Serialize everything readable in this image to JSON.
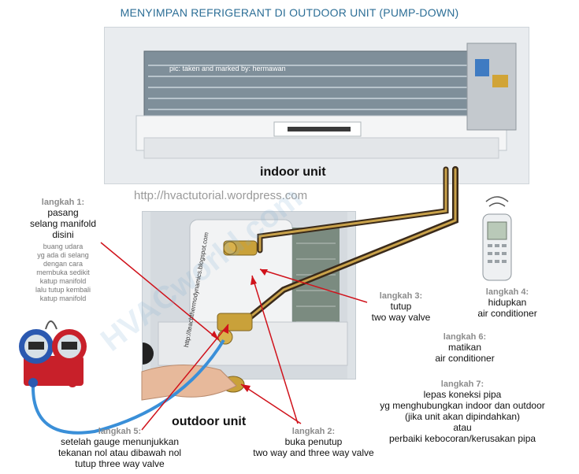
{
  "title": "MENYIMPAN REFRIGERANT DI OUTDOOR UNIT (PUMP-DOWN)",
  "photo_credit": "pic: taken and marked by: hermawan",
  "indoor_unit_label": "indoor unit",
  "outdoor_unit_label": "outdoor unit",
  "website_url": "http://hvactutorial.wordpress.com",
  "vertical_url": "http://teachthermodynamics.blogspot.com",
  "watermark_text": "HVACworld.com",
  "steps": {
    "step1": {
      "heading": "langkah 1:",
      "lines": [
        "pasang",
        "selang manifold",
        "disini"
      ],
      "sub_lines": [
        "buang udara",
        "yg ada di selang",
        "dengan cara",
        "membuka sedikit",
        "katup manifold",
        "lalu tutup kembali",
        "katup manifold"
      ]
    },
    "step2": {
      "heading": "langkah 2:",
      "lines": [
        "buka penutup",
        "two way and three way valve"
      ]
    },
    "step3": {
      "heading": "langkah 3:",
      "lines": [
        "tutup",
        "two way valve"
      ]
    },
    "step4": {
      "heading": "langkah 4:",
      "lines": [
        "hidupkan",
        "air conditioner"
      ]
    },
    "step5": {
      "heading": "langkah 5:",
      "lines": [
        "setelah gauge menunjukkan",
        "tekanan nol atau dibawah nol",
        "tutup three way valve"
      ]
    },
    "step6": {
      "heading": "langkah 6:",
      "lines": [
        "matikan",
        "air conditioner"
      ]
    },
    "step7": {
      "heading": "langkah 7:",
      "lines": [
        "lepas koneksi pipa",
        "yg menghubungkan indoor dan outdoor",
        "(jika unit akan dipindahkan)",
        "atau",
        "perbaiki kebocoran/kerusakan pipa"
      ]
    }
  },
  "colors": {
    "title": "#2c6e96",
    "arrow": "#d0121b",
    "pipe_dark": "#3a2a1a",
    "pipe_gold": "#c9a24a",
    "hose_blue": "#3a8fd8",
    "gauge_red": "#c8202a",
    "gauge_blue": "#2a58b0",
    "valve_brass": "#c9a13a"
  },
  "icons": {
    "remote": "remote-control-icon",
    "gauge": "manifold-gauge-icon"
  }
}
